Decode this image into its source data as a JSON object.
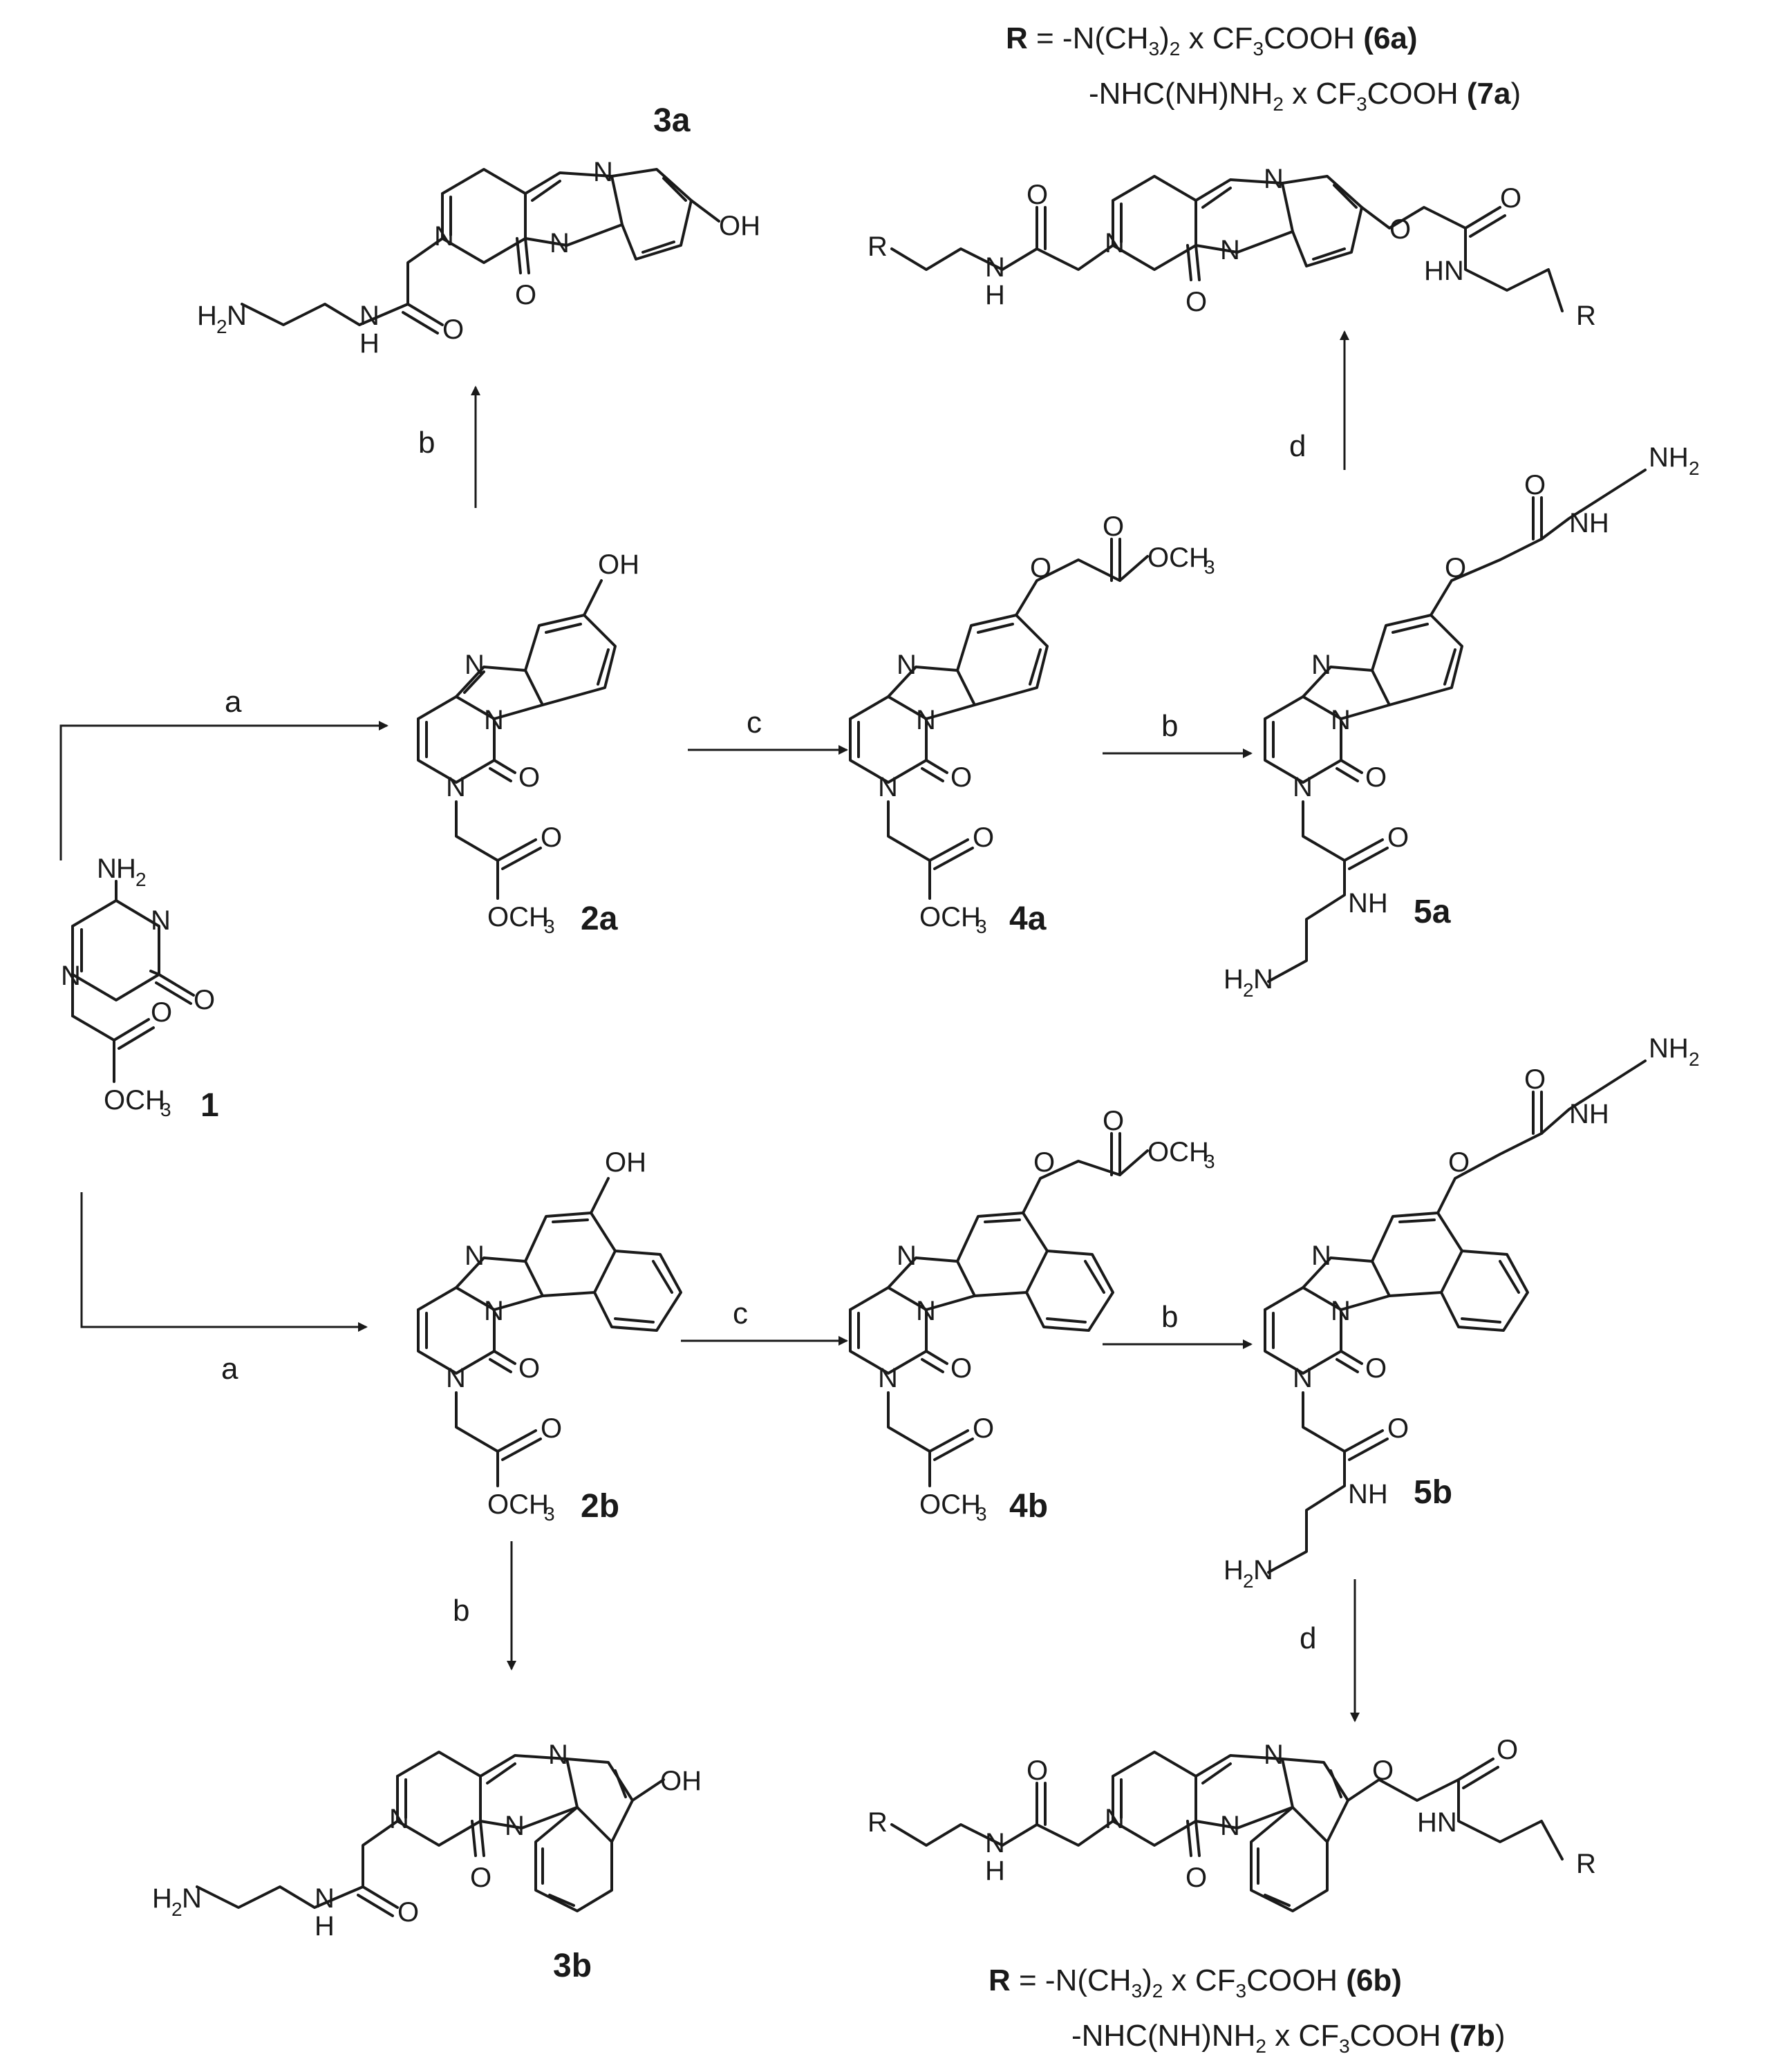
{
  "compounds": {
    "c1": "1",
    "c2a": "2a",
    "c2b": "2b",
    "c3a": "3a",
    "c3b": "3b",
    "c4a": "4a",
    "c4b": "4b",
    "c5a": "5a",
    "c5b": "5b"
  },
  "reagents": {
    "a": "a",
    "b": "b",
    "c": "c",
    "d": "d"
  },
  "atoms": {
    "N": "N",
    "O": "O",
    "H": "H",
    "OH": "OH",
    "NH": "NH",
    "HN": "HN",
    "R": "R",
    "NH2_main": "NH",
    "H2N_main": "H",
    "OCH3_main": "OCH",
    "sub2": "2",
    "sub3": "3"
  },
  "r_definitions": {
    "top": {
      "r_label": "R",
      "line1_text": " = -N(CH",
      "line1_sub1": "3",
      "line1_mid": ")",
      "line1_sub2": "2",
      "line1_tail": " x CF",
      "line1_sub3": "3",
      "line1_end": "COOH ",
      "line1_cmpd": "(6a)",
      "line2_text": "-NHC(NH)NH",
      "line2_sub1": "2",
      "line2_tail": " x CF",
      "line2_sub2": "3",
      "line2_end": "COOH ",
      "line2_cmpd_open": "(7",
      "line2_cmpd_bold": "a",
      "line2_cmpd_close": ")"
    },
    "bottom": {
      "r_label": "R",
      "line1_text": " = -N(CH",
      "line1_sub1": "3",
      "line1_mid": ")",
      "line1_sub2": "2",
      "line1_tail": " x CF",
      "line1_sub3": "3",
      "line1_end": "COOH ",
      "line1_cmpd": "(6b)",
      "line2_text": "-NHC(NH)NH",
      "line2_sub1": "2",
      "line2_tail": " x CF",
      "line2_sub2": "3",
      "line2_end": "COOH ",
      "line2_cmpd_open": "(7",
      "line2_cmpd_bold": "b",
      "line2_cmpd_close": ")"
    }
  }
}
